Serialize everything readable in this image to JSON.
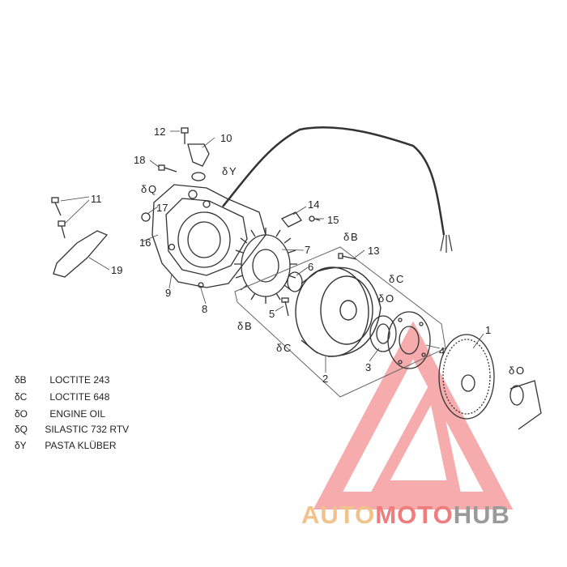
{
  "callouts": {
    "n1": "1",
    "n2": "2",
    "n3": "3",
    "n4": "4",
    "n5": "5",
    "n6": "6",
    "n7": "7",
    "n8": "8",
    "n9": "9",
    "n10": "10",
    "n11": "11",
    "n12": "12",
    "n13": "13",
    "n14": "14",
    "n15": "15",
    "n16": "16",
    "n17": "17",
    "n18": "18",
    "n19": "19"
  },
  "compound_tags": {
    "y": "Y",
    "q": "Q",
    "b_upper": "B",
    "c_upper": "C",
    "o_upper": "O",
    "b_lower": "B",
    "c_lower": "C",
    "o_right": "O"
  },
  "legend": [
    {
      "code": "δB",
      "text": "LOCTITE 243"
    },
    {
      "code": "δC",
      "text": "LOCTITE 648"
    },
    {
      "code": "δO",
      "text": "ENGINE OIL"
    },
    {
      "code": "δQ",
      "text": "SILASTIC 732 RTV"
    },
    {
      "code": "δY",
      "text": "PASTA KLÜBER"
    }
  ],
  "watermark": {
    "part_a": "AUTO",
    "part_b": "MOTO",
    "part_c": "HUB",
    "color_a": "#f2c28c",
    "color_b": "#f07d7d",
    "color_c": "#9a9a9a"
  },
  "colors": {
    "line": "#333333",
    "logo_red": "#f06a6a"
  }
}
